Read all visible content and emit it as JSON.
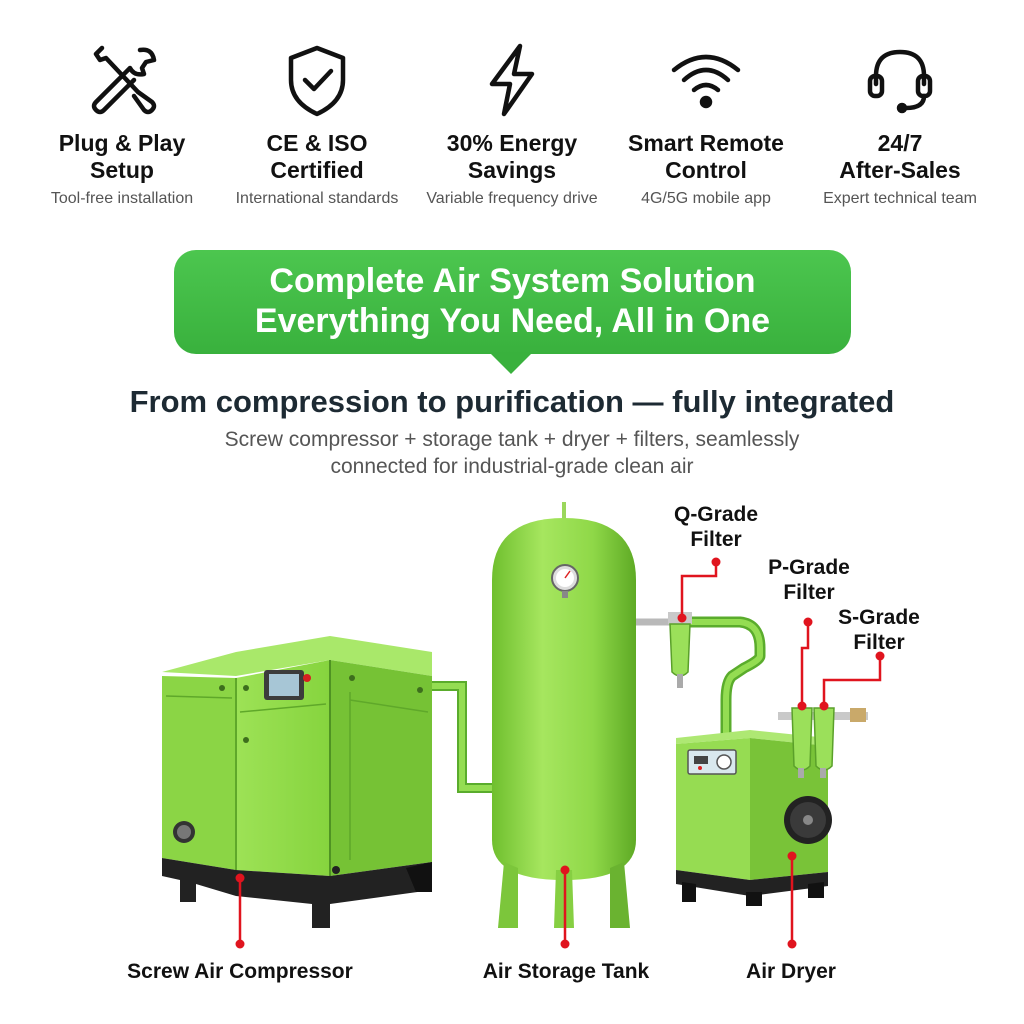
{
  "features": [
    {
      "icon": "wrench-screwdriver-icon",
      "title": "Plug & Play\nSetup",
      "subtitle": "Tool-free installation"
    },
    {
      "icon": "shield-check-icon",
      "title": "CE & ISO\nCertified",
      "subtitle": "International standards"
    },
    {
      "icon": "lightning-bolt-icon",
      "title": "30% Energy\nSavings",
      "subtitle": "Variable frequency drive"
    },
    {
      "icon": "wifi-icon",
      "title": "Smart Remote\nControl",
      "subtitle": "4G/5G mobile app"
    },
    {
      "icon": "headset-icon",
      "title": "24/7\nAfter-Sales",
      "subtitle": "Expert technical team"
    }
  ],
  "banner": {
    "line1": "Complete Air System Solution",
    "line2": "Everything You Need, All in One"
  },
  "headline": "From compression to purification — fully integrated",
  "subline1": "Screw compressor + storage tank + dryer + filters, seamlessly",
  "subline2": "connected for industrial-grade clean air",
  "components": {
    "compressor": "Screw Air Compressor",
    "tank": "Air Storage Tank",
    "dryer": "Air Dryer",
    "q_filter": "Q-Grade\nFilter",
    "p_filter": "P-Grade\nFilter",
    "s_filter": "S-Grade\nFilter"
  },
  "colors": {
    "brand_green": "#3fb843",
    "equipment_green": "#8fdc4a",
    "callout_red": "#e0141e"
  }
}
